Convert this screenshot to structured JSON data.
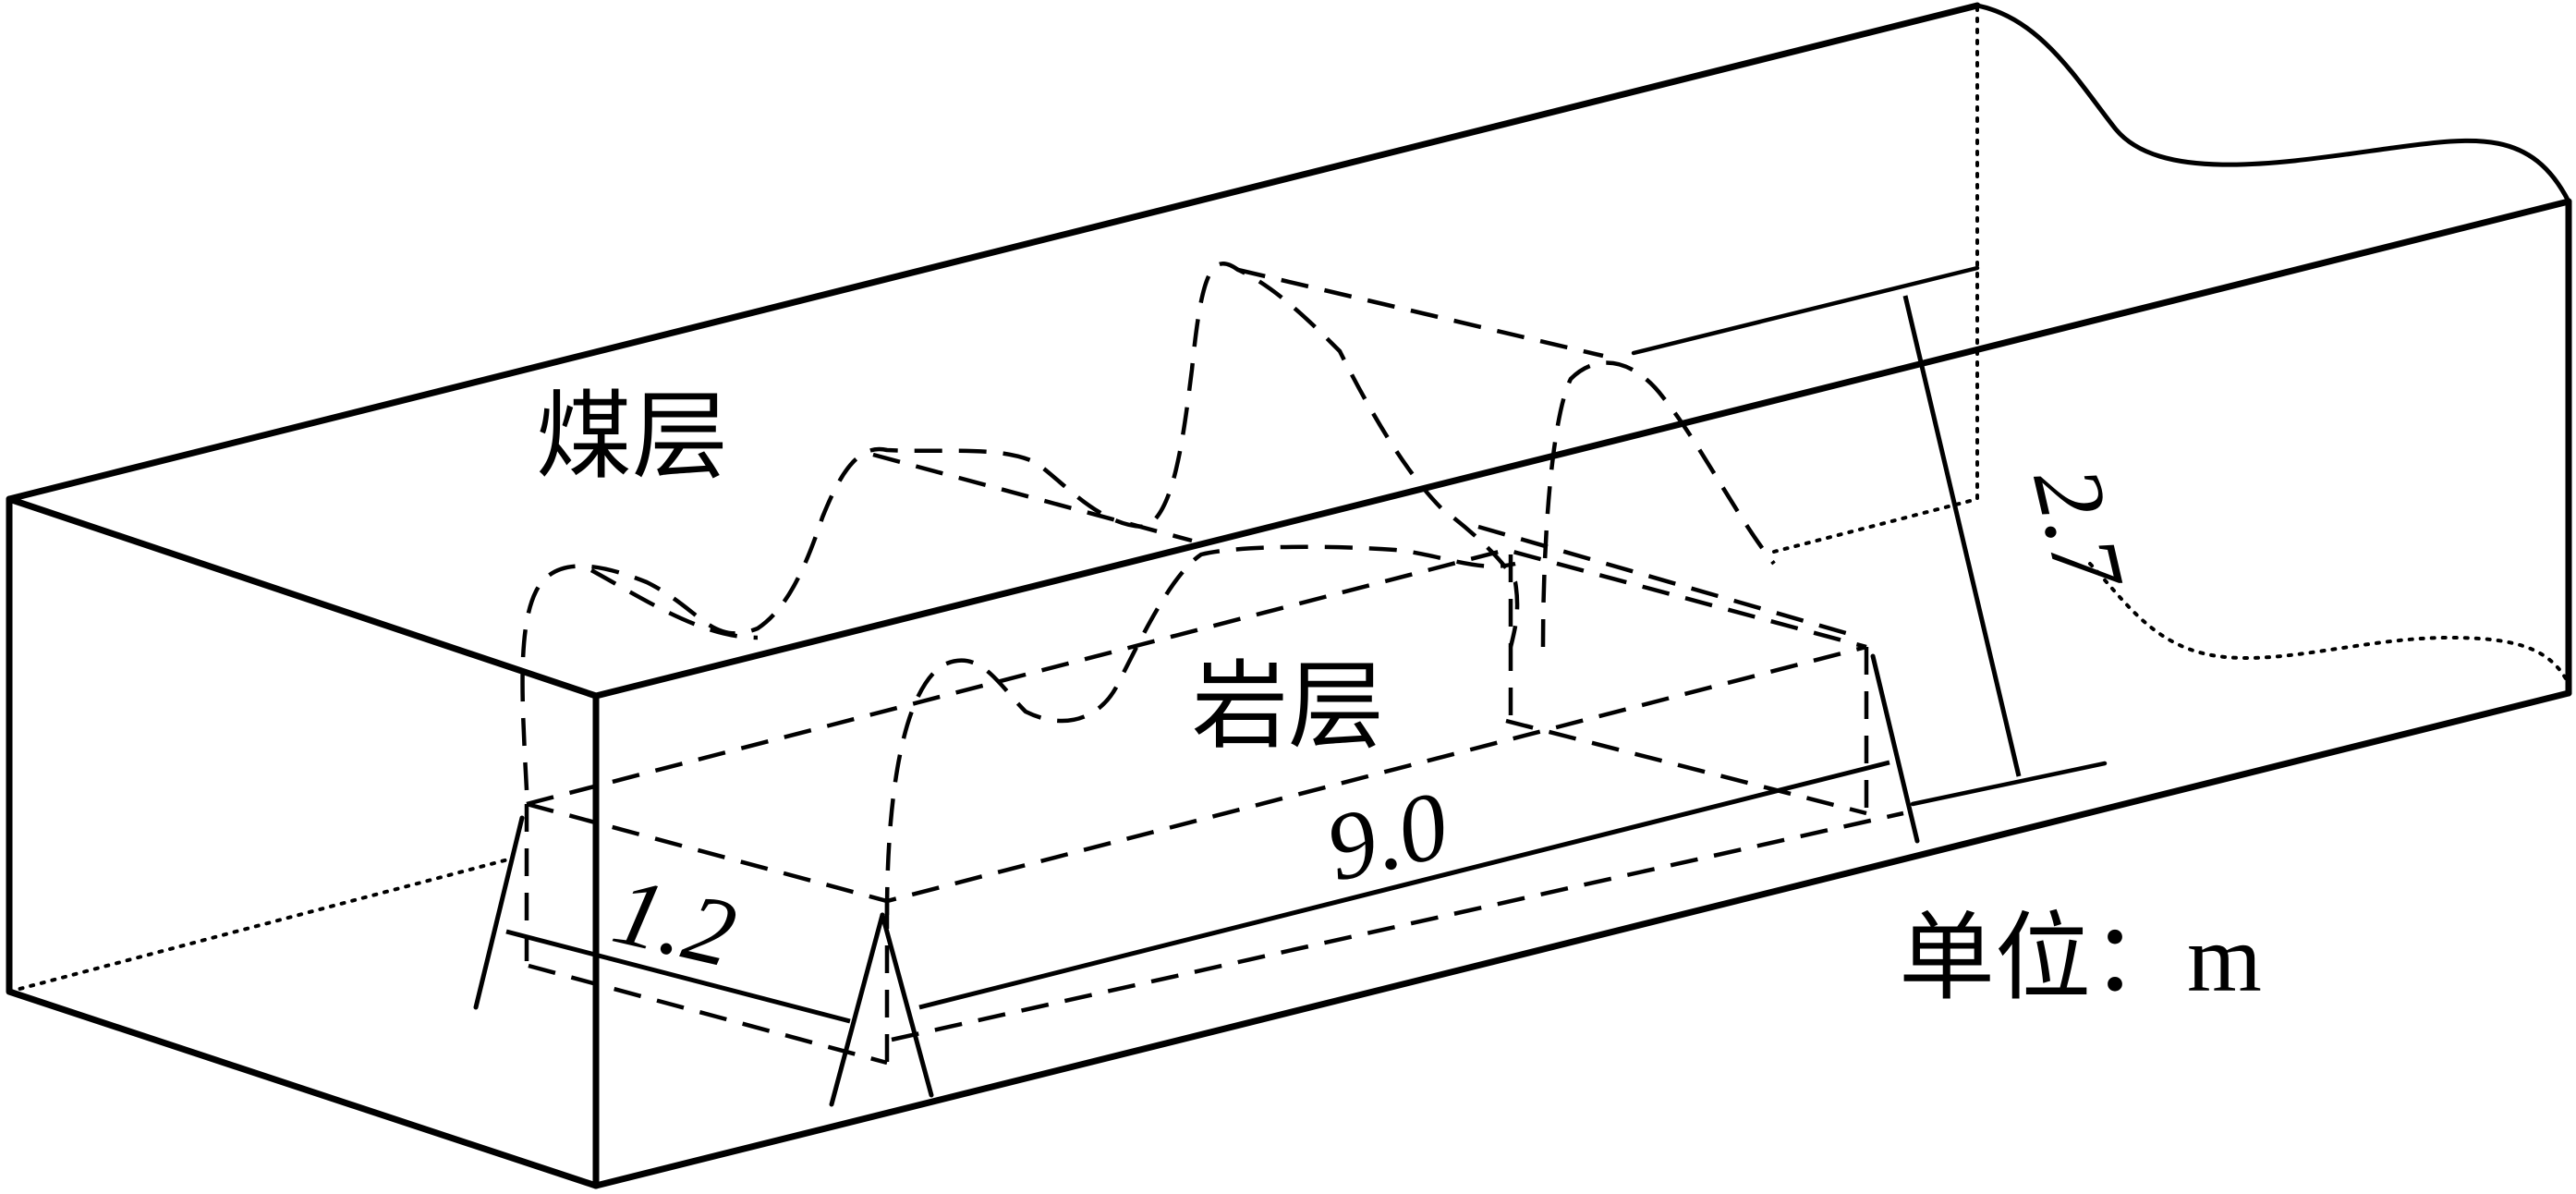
{
  "labels": {
    "coal_seam": "煤层",
    "rock_layer": "岩层",
    "unit": "单位：m"
  },
  "dimensions": {
    "width": "1.2",
    "length": "9.0",
    "height": "2.7"
  }
}
